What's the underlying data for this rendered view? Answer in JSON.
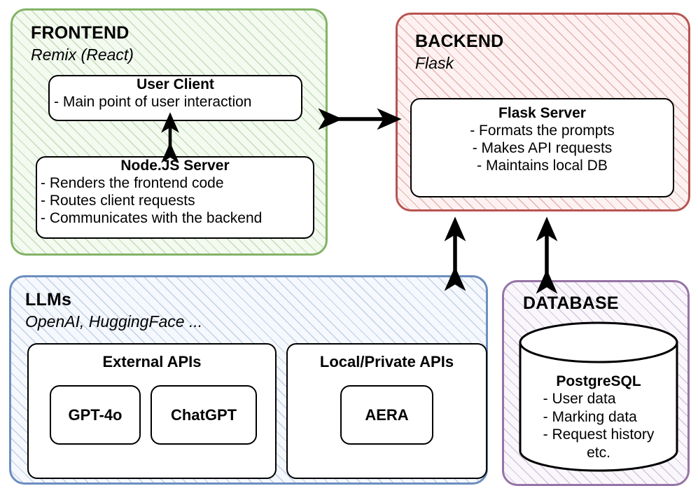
{
  "diagram": {
    "title": "System architecture diagram",
    "colors": {
      "frontend_border": "#82b366",
      "backend_border": "#b85450",
      "llms_border": "#6c8ebf",
      "database_border": "#9673a6",
      "node_border": "#000000",
      "arrow": "#000000"
    }
  },
  "frontend": {
    "title": "FRONTEND",
    "subtitle": "Remix (React)",
    "user_client": {
      "header": "User Client",
      "items": [
        "- Main point of user interaction"
      ]
    },
    "node_server": {
      "header": "Node.JS Server",
      "items": [
        "- Renders the frontend code",
        "- Routes client requests",
        "- Communicates with the backend"
      ]
    }
  },
  "backend": {
    "title": "BACKEND",
    "subtitle": "Flask",
    "flask_server": {
      "header": "Flask Server",
      "items": [
        "- Formats the prompts",
        "- Makes API requests",
        "- Maintains local DB"
      ]
    }
  },
  "llms": {
    "title": "LLMs",
    "subtitle": "OpenAI, HuggingFace ...",
    "external_apis": {
      "header": "External APIs",
      "models": [
        "GPT-4o",
        "ChatGPT"
      ]
    },
    "local_apis": {
      "header": "Local/Private APIs",
      "models": [
        "AERA"
      ]
    }
  },
  "database": {
    "title": "DATABASE",
    "store": {
      "header": "PostgreSQL",
      "items": [
        "- User data",
        "- Marking data",
        "- Request history"
      ],
      "footer": "etc."
    }
  },
  "connections": [
    {
      "name": "frontend-backend",
      "style": "double-headed-horizontal"
    },
    {
      "name": "backend-llms",
      "style": "double-headed-vertical"
    },
    {
      "name": "backend-database",
      "style": "double-headed-vertical"
    },
    {
      "name": "userclient-nodeserver",
      "style": "double-headed-vertical"
    }
  ]
}
